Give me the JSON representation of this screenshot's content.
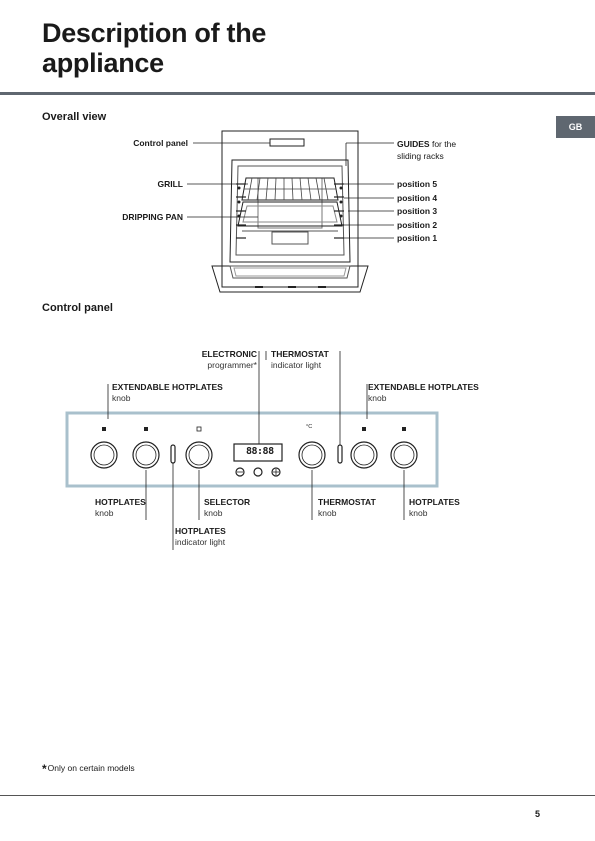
{
  "page": {
    "title": "Description of the appliance",
    "language_tab": "GB",
    "page_number": "5",
    "footnote": "Only on certain models",
    "footnote_mark": "*"
  },
  "overall_view": {
    "heading": "Overall view",
    "labels": {
      "control_panel": "Control panel",
      "grill": "GRILL",
      "dripping_pan": "DRIPPING PAN",
      "guides_bold": "GUIDES",
      "guides_rest": " for the",
      "guides_line2": "sliding racks",
      "positions": [
        "position 5",
        "position 4",
        "position 3",
        "position 2",
        "position 1"
      ]
    }
  },
  "control_panel": {
    "heading": "Control panel",
    "electronic": {
      "title": "ELECTRONIC",
      "sub": "programmer*"
    },
    "thermostat_light": {
      "title": "THERMOSTAT",
      "sub": "indicator light"
    },
    "ext_left": {
      "title": "EXTENDABLE HOTPLATES",
      "sub": "knob"
    },
    "ext_right": {
      "title": "EXTENDABLE HOTPLATES",
      "sub": "knob"
    },
    "hotplates_left": {
      "title": "HOTPLATES",
      "sub": "knob"
    },
    "selector": {
      "title": "SELECTOR",
      "sub": "knob"
    },
    "hotplates_light": {
      "title": "HOTPLATES",
      "sub": "indicator light"
    },
    "thermostat_knob": {
      "title": "THERMOSTAT",
      "sub": "knob"
    },
    "hotplates_right": {
      "title": "HOTPLATES",
      "sub": "knob"
    },
    "display_digits": "88:88",
    "thermo_symbol": "°C",
    "colors": {
      "panel_border": "#a9c0cc",
      "rule": "#5f6770"
    }
  }
}
